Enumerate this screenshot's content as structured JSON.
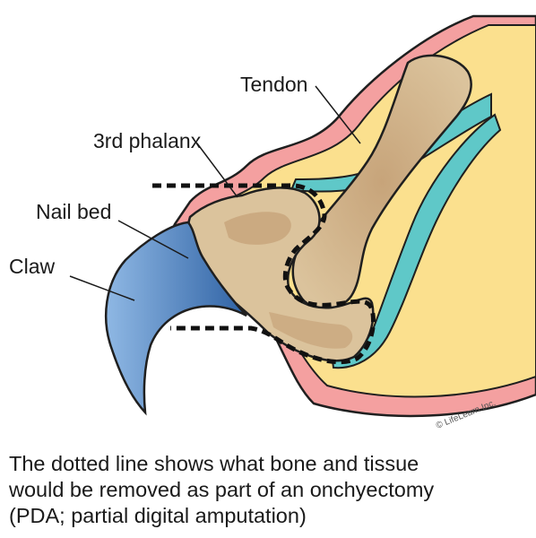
{
  "labels": {
    "tendon": "Tendon",
    "phalanx": "3rd phalanx",
    "nail_bed": "Nail bed",
    "claw": "Claw"
  },
  "copyright": "© LifeLearn Inc.",
  "caption": {
    "line1": "The dotted line shows what bone and tissue",
    "line2": "would be removed as part of an onchyectomy",
    "line3": "(PDA; partial digital amputation)"
  },
  "colors": {
    "skin": "#fbe08e",
    "skin_edge": "#e87a6e",
    "tissue": "#f4a0a0",
    "tendon": "#5fc8c8",
    "bone": "#dbc39c",
    "bone_shade": "#b8956a",
    "claw_light": "#8fb8e4",
    "claw_dark": "#2f62a4",
    "outline": "#1f1f1f"
  }
}
